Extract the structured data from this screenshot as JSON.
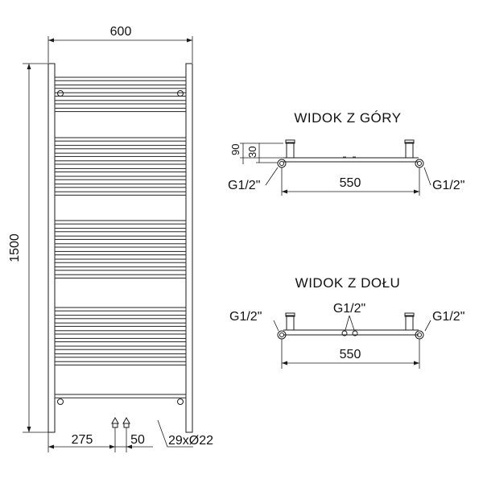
{
  "front_view": {
    "width_label": "600",
    "height_label": "1500",
    "offset_label": "275",
    "valve_spacing_label": "50",
    "tubes_label": "29xØ22"
  },
  "top_view": {
    "title": "WIDOK Z GÓRY",
    "depth_label_1": "90",
    "depth_label_2": "30",
    "left_port": "G1/2\"",
    "right_port": "G1/2\"",
    "span_label": "550"
  },
  "bottom_view": {
    "title": "WIDOK Z DOŁU",
    "left_port": "G1/2\"",
    "center_port": "G1/2\"",
    "right_port": "G1/2\"",
    "span_label": "550"
  },
  "colors": {
    "line": "#1a1a1a",
    "background": "#ffffff"
  }
}
